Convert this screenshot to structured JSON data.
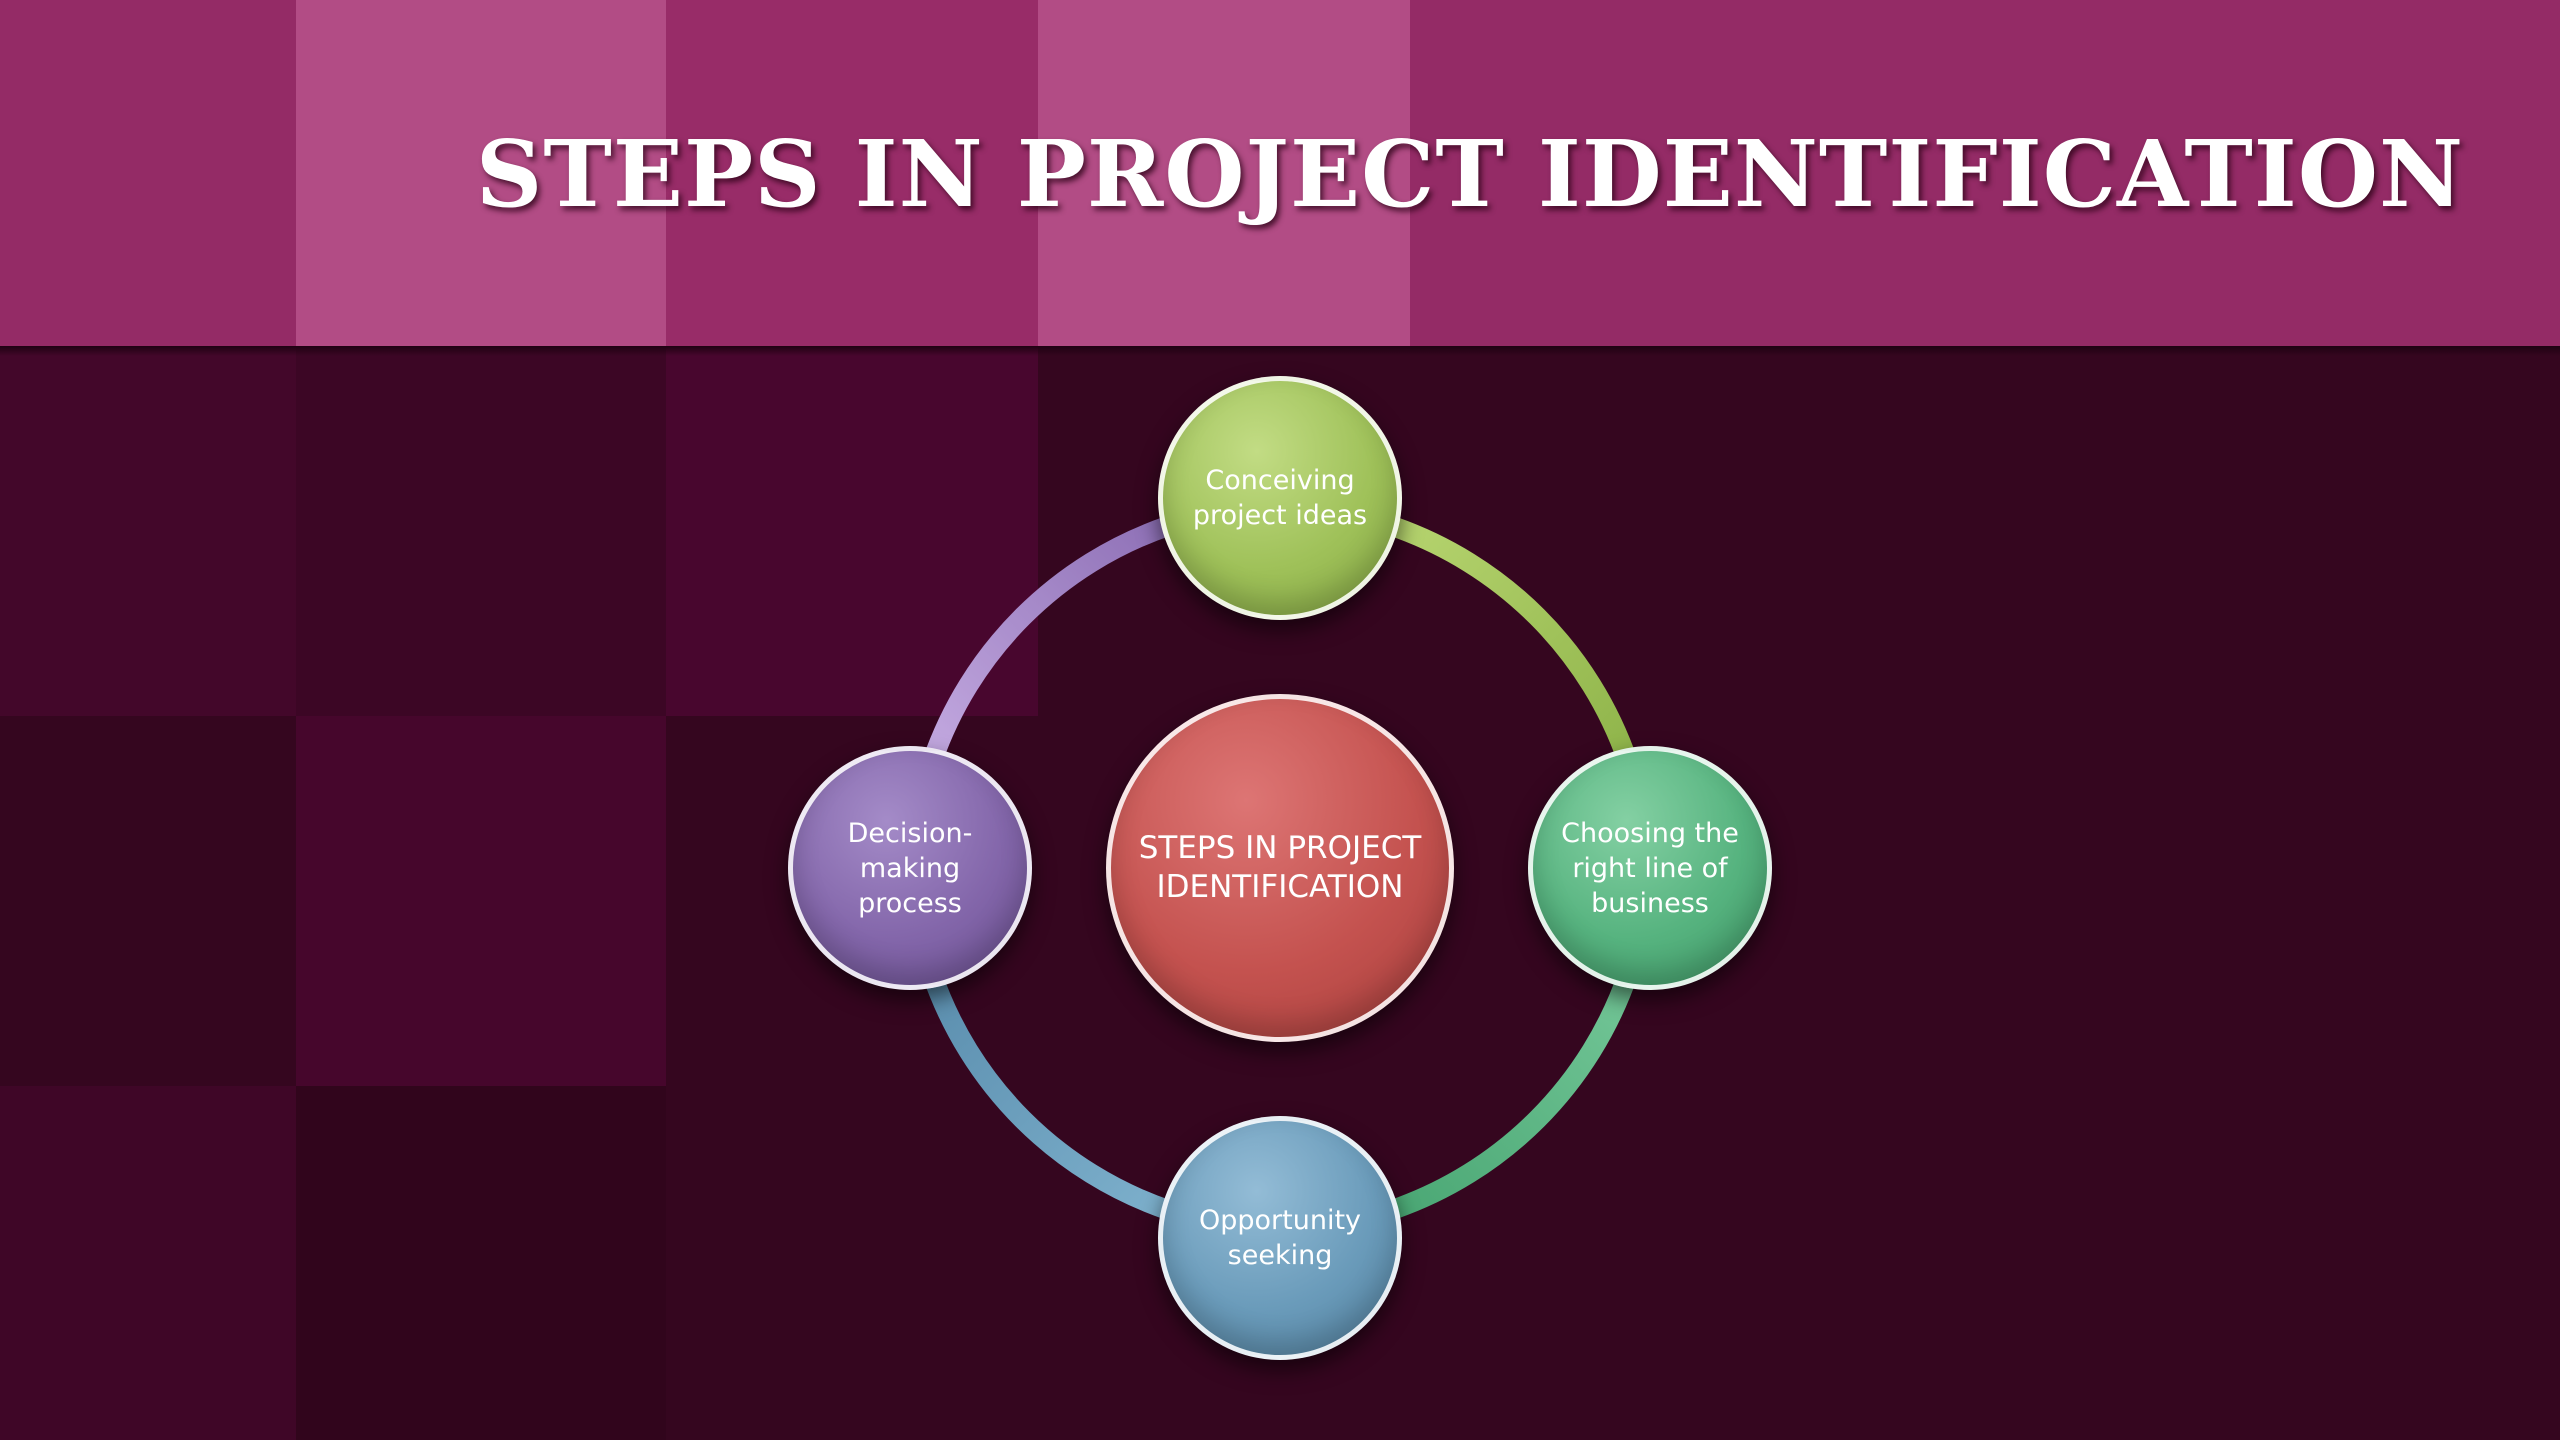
{
  "slide": {
    "title": "STEPS IN PROJECT IDENTIFICATION"
  },
  "colors": {
    "background": "#35061f",
    "header": "#942b66",
    "header_highlight": "#b34e86",
    "center": "#c2524f",
    "conceiving": "#9ec057",
    "choosing": "#55b27e",
    "opportunity": "#6a9bb9",
    "decision": "#8365aa"
  },
  "diagram": {
    "center": {
      "label": "STEPS IN PROJECT IDENTIFICATION"
    },
    "nodes": [
      {
        "id": "conceiving",
        "label": "Conceiving project ideas"
      },
      {
        "id": "choosing",
        "label": "Choosing the right line of business"
      },
      {
        "id": "opportunity",
        "label": "Opportunity seeking"
      },
      {
        "id": "decision",
        "label": "Decision-making process"
      }
    ]
  }
}
